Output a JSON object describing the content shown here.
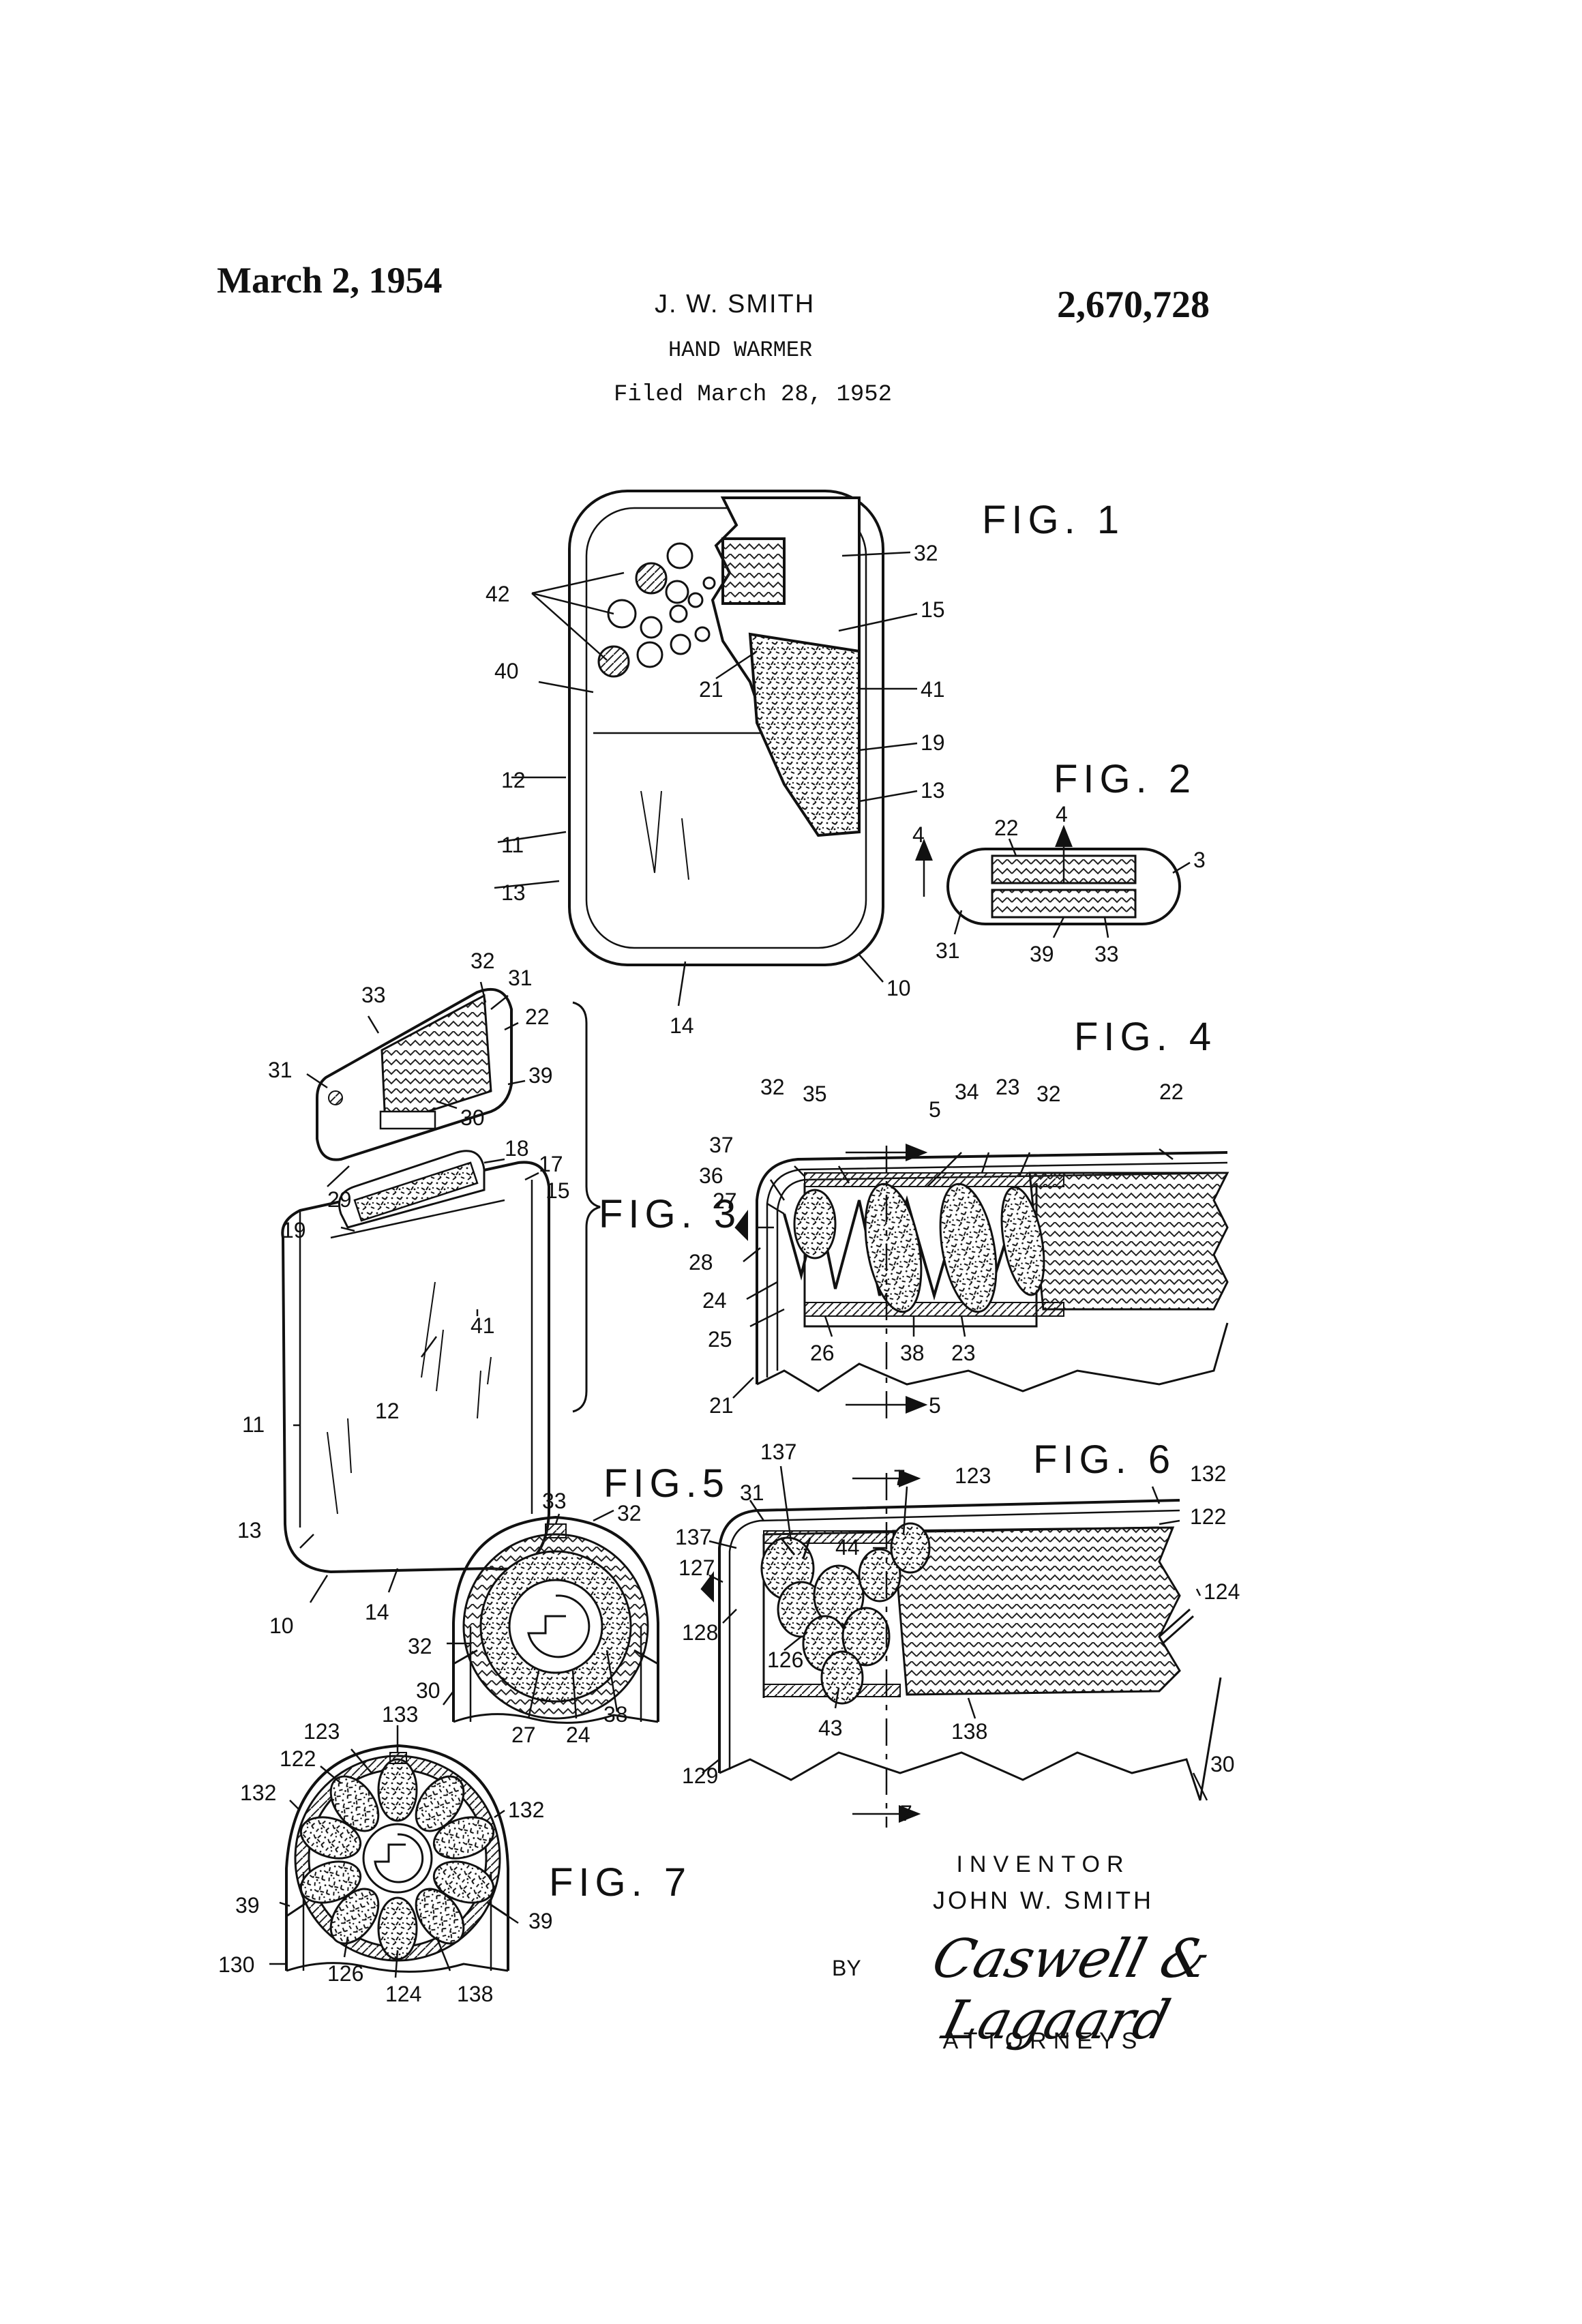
{
  "header": {
    "date": "March 2, 1954",
    "inventor_short": "J. W. SMITH",
    "patent_number": "2,670,728",
    "title": "HAND WARMER",
    "filed": "Filed March 28, 1952"
  },
  "figures": [
    "FIG. 1",
    "FIG. 2",
    "FIG. 3",
    "FIG. 4",
    "FIG.5",
    "FIG. 6",
    "FIG. 7"
  ],
  "reference_numerals": {
    "fig1": [
      "42",
      "40",
      "12",
      "11",
      "13",
      "32",
      "15",
      "21",
      "41",
      "19",
      "13",
      "10",
      "14"
    ],
    "fig2": [
      "22",
      "4",
      "3",
      "4",
      "31",
      "39",
      "33"
    ],
    "fig3": [
      "33",
      "32",
      "31",
      "22",
      "39",
      "31",
      "30",
      "29",
      "18",
      "17",
      "15",
      "19",
      "41",
      "12",
      "11",
      "13",
      "10",
      "14"
    ],
    "fig4": [
      "5",
      "32",
      "35",
      "34",
      "23",
      "32",
      "22",
      "37",
      "36",
      "27",
      "28",
      "24",
      "25",
      "26",
      "38",
      "23",
      "21",
      "5"
    ],
    "fig5": [
      "33",
      "32",
      "32",
      "30",
      "27",
      "24",
      "38"
    ],
    "fig6": [
      "137",
      "7",
      "31",
      "123",
      "132",
      "122",
      "137",
      "44",
      "127",
      "124",
      "128",
      "126",
      "43",
      "138",
      "129",
      "30",
      "7"
    ],
    "fig7": [
      "133",
      "123",
      "122",
      "132",
      "132",
      "39",
      "39",
      "130",
      "126",
      "124",
      "138"
    ]
  },
  "signature": {
    "inventor_label": "INVENTOR",
    "inventor_name": "JOHN W. SMITH",
    "by": "BY",
    "attorneys_signature": "Caswell & Lagaard",
    "attorneys_label": "ATTORNEYS"
  }
}
